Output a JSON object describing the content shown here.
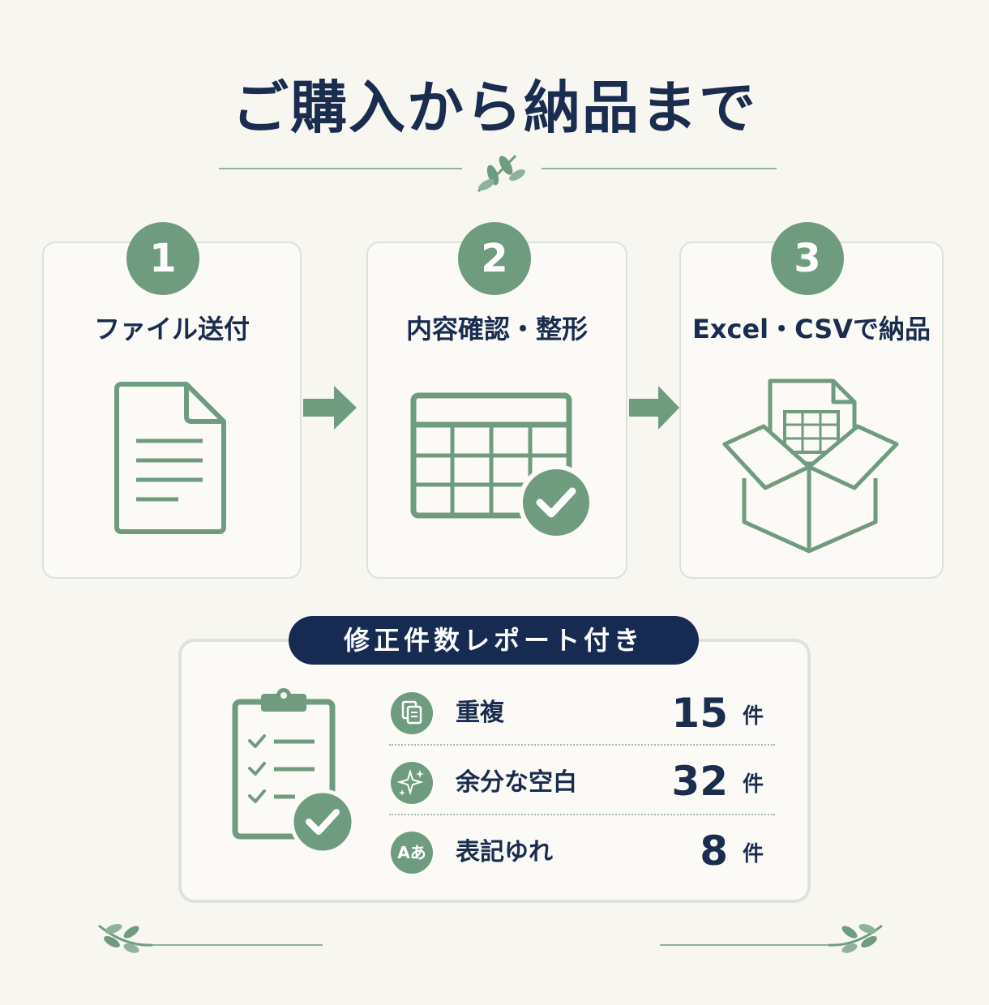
{
  "title": "ご購入から納品まで",
  "steps": [
    {
      "number": "1",
      "label": "ファイル送付",
      "icon": "document-icon"
    },
    {
      "number": "2",
      "label": "内容確認・整形",
      "icon": "table-check-icon"
    },
    {
      "number": "3",
      "label": "Excel・CSVで納品",
      "icon": "box-spreadsheet-icon"
    }
  ],
  "report": {
    "title": "修正件数レポート付き",
    "icon": "clipboard-check-icon",
    "rows": [
      {
        "label": "重複",
        "count": "15",
        "unit": "件",
        "icon": "duplicate-icon"
      },
      {
        "label": "余分な空白",
        "count": "32",
        "unit": "件",
        "icon": "sparkle-icon"
      },
      {
        "label": "表記ゆれ",
        "count": "8",
        "unit": "件",
        "icon": "text-variation-icon",
        "icon_text": "Aあ"
      }
    ]
  },
  "colors": {
    "background": "#f8f6f0",
    "accent_green": "#6f9c7f",
    "navy": "#1b2d4f",
    "pill_navy": "#172b52",
    "card_border": "#d9e3d9"
  }
}
